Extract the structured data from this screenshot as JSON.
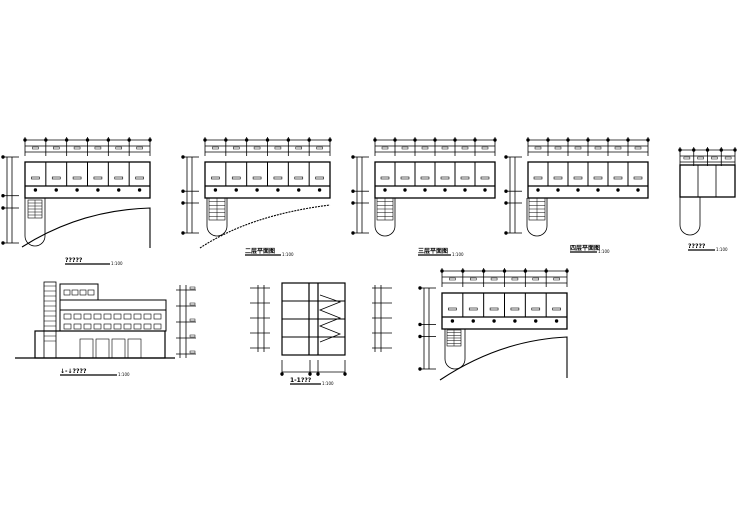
{
  "drawing": {
    "ink_color": "#000000",
    "background": "#ffffff",
    "views": [
      {
        "id": "plan1",
        "title": "?????",
        "scale": "1:100"
      },
      {
        "id": "plan2",
        "title": "二层平面图",
        "scale": "1:100"
      },
      {
        "id": "plan3",
        "title": "三层平面图",
        "scale": "1:100"
      },
      {
        "id": "plan4",
        "title": "四层平面图",
        "scale": "1:100"
      },
      {
        "id": "plan5",
        "title": "?????",
        "scale": "1:100"
      },
      {
        "id": "elev",
        "title": "↓-↓????",
        "scale": "1:100"
      },
      {
        "id": "sect",
        "title": "1-1???",
        "scale": "1:100"
      }
    ]
  }
}
